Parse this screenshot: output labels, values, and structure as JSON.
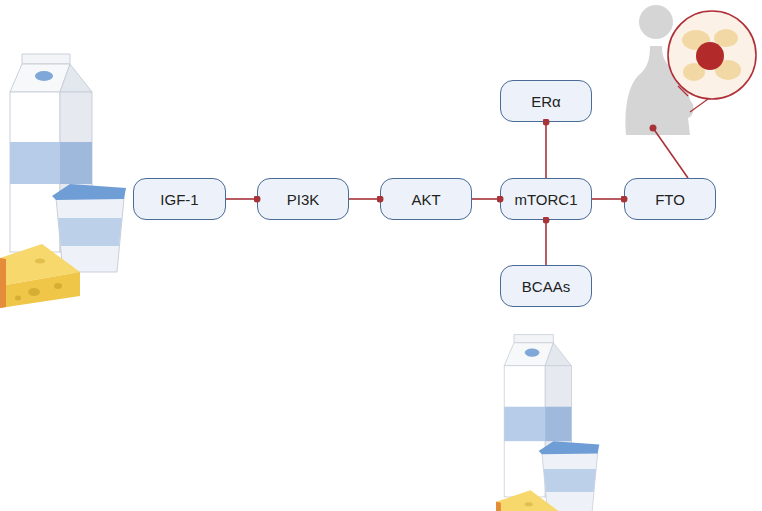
{
  "diagram": {
    "nodes": [
      {
        "text": [
          "ERα"
        ]
      },
      {
        "text": [
          "IGF-1"
        ]
      },
      {
        "text": [
          "PI3K"
        ]
      },
      {
        "text": [
          "AKT"
        ]
      },
      {
        "text": [
          "mTORC1"
        ]
      },
      {
        "text": [
          "FTO"
        ]
      },
      {
        "text": [
          "BCAAs"
        ]
      }
    ],
    "edges": [
      {
        "from": 1,
        "to": 2,
        "arrow": "to"
      },
      {
        "from": 2,
        "to": 3,
        "arrow": "to"
      },
      {
        "from": 3,
        "to": 4,
        "arrow": "to"
      },
      {
        "from": 4,
        "to": 5,
        "arrow": "to"
      },
      {
        "from": 4,
        "to": 0,
        "arrow": "to"
      },
      {
        "from": 6,
        "to": 4,
        "arrow": "to"
      }
    ]
  }
}
